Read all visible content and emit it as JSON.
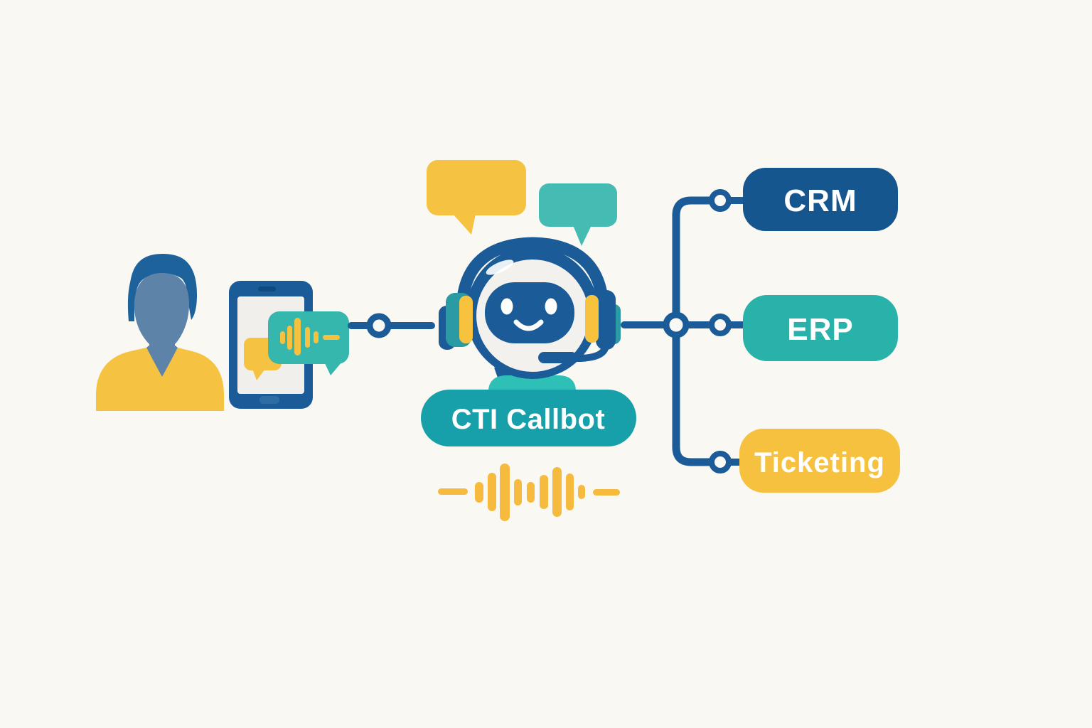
{
  "title": "CTI Callbot integration diagram",
  "callbot": {
    "label": "CTI Callbot",
    "pill_color": "#17a0a9"
  },
  "systems": [
    {
      "label": "CRM",
      "color": "#15568e"
    },
    {
      "label": "ERP",
      "color": "#29b2aa"
    },
    {
      "label": "Ticketing",
      "color": "#f7c140"
    }
  ],
  "icons": {
    "person": "user-avatar-icon",
    "phone": "smartphone-icon",
    "phone_bubble": "chat-bubble-icon",
    "voice_bubble": "voice-message-bubble-icon",
    "robot": "callbot-robot-headset-icon",
    "speech_yellow": "speech-bubble-icon",
    "speech_teal": "speech-bubble-icon",
    "waveform": "voice-waveform-icon",
    "connector_node": "connector-node-icon"
  },
  "palette": {
    "background": "#faf8f2",
    "navy": "#1b5b97",
    "navy_dark": "#15568e",
    "teal": "#29b2aa",
    "teal_light": "#45bcb3",
    "teal_body": "#2ebfb6",
    "yellow": "#f5c242",
    "yellow_wave": "#f6bb3e",
    "face_blue": "#5d83a9",
    "hair_blue": "#1e629b",
    "screen": "#f1efeb",
    "head_white": "#f3f1ed"
  }
}
